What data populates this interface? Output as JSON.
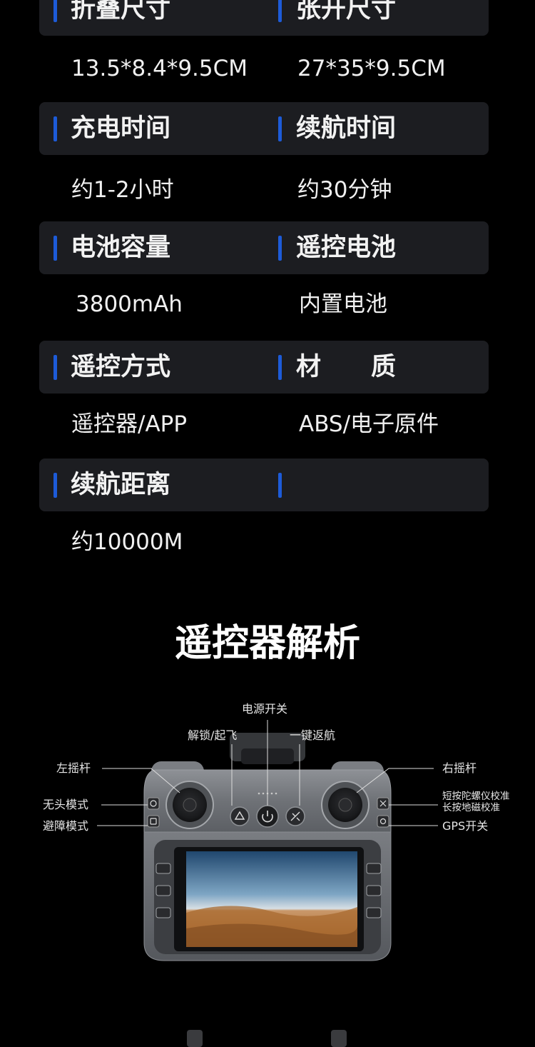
{
  "specs": {
    "rows": [
      {
        "left_label": "折叠尺寸",
        "left_value": "13.5*8.4*9.5CM",
        "right_label": "张开尺寸",
        "right_value": "27*35*9.5CM"
      },
      {
        "left_label": "充电时间",
        "left_value": "约1-2小时",
        "right_label": "续航时间",
        "right_value": "约30分钟"
      },
      {
        "left_label": "电池容量",
        "left_value": "3800mAh",
        "right_label": "遥控电池",
        "right_value": "内置电池"
      },
      {
        "left_label": "遥控方式",
        "left_value": "遥控器/APP",
        "right_label": "材　　质",
        "right_value": "ABS/电子原件"
      },
      {
        "left_label": "续航距离",
        "left_value": "约10000M",
        "right_label": "",
        "right_value": ""
      }
    ]
  },
  "controller_section": {
    "title": "遥控器解析",
    "callouts": {
      "power": "电源开关",
      "unlock_takeoff": "解锁/起飞",
      "return_home": "一键返航",
      "left_stick": "左摇杆",
      "right_stick": "右摇杆",
      "headless_mode": "无头模式",
      "obstacle_avoid": "避障模式",
      "gyro_calib_line1": "短按陀螺仪校准",
      "gyro_calib_line2": "长按地磁校准",
      "gps_switch": "GPS开关"
    }
  },
  "colors": {
    "accent_bar": "#1d5bd8",
    "header_bg": "#1c1d21",
    "page_bg": "#000000"
  }
}
